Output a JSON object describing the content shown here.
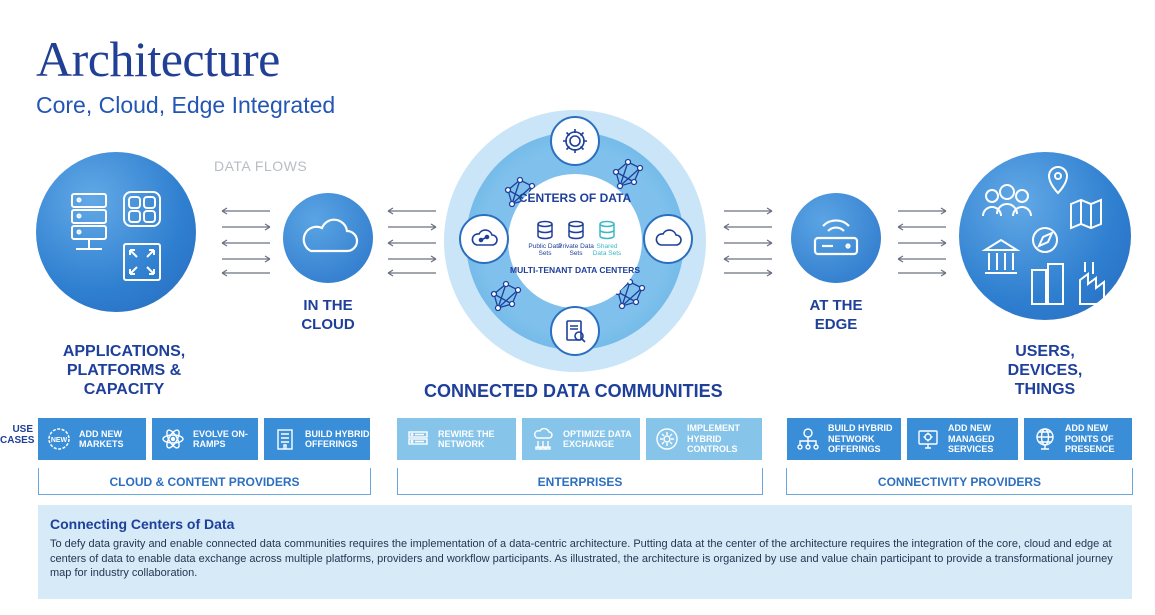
{
  "header": {
    "title": "Architecture",
    "subtitle": "Core, Cloud, Edge Integrated"
  },
  "data_flows_label": "DATA FLOWS",
  "nodes": {
    "left": "APPLICATIONS, PLATFORMS & CAPACITY",
    "cloud": "IN THE CLOUD",
    "edge": "AT THE EDGE",
    "right": "USERS, DEVICES, THINGS"
  },
  "hub": {
    "title": "CENTERS OF DATA",
    "subtitle": "MULTI-TENANT DATA CENTERS",
    "datasets": [
      "Public Data Sets",
      "Private Data Sets",
      "Shared Data Sets"
    ]
  },
  "section_title": "CONNECTED DATA COMMUNITIES",
  "use_cases_label": "USE CASES",
  "use_cases": [
    {
      "label": "ADD NEW MARKETS",
      "icon": "new-badge-icon",
      "group": "cloud"
    },
    {
      "label": "EVOLVE ON-RAMPS",
      "icon": "atom-icon",
      "group": "cloud"
    },
    {
      "label": "BUILD HYBRID OFFERINGS",
      "icon": "building-icon",
      "group": "cloud"
    },
    {
      "label": "REWIRE THE NETWORK",
      "icon": "server-icon",
      "group": "enterprise"
    },
    {
      "label": "OPTIMIZE DATA EXCHANGE",
      "icon": "cloud-exchange-icon",
      "group": "enterprise"
    },
    {
      "label": "IMPLEMENT HYBRID CONTROLS",
      "icon": "gear-icon",
      "group": "enterprise"
    },
    {
      "label": "BUILD HYBRID NETWORK OFFERINGS",
      "icon": "network-icon",
      "group": "connectivity"
    },
    {
      "label": "ADD NEW MANAGED SERVICES",
      "icon": "monitor-icon",
      "group": "connectivity"
    },
    {
      "label": "ADD NEW POINTS OF PRESENCE",
      "icon": "globe-icon",
      "group": "connectivity"
    }
  ],
  "groups": {
    "cloud": "CLOUD & CONTENT PROVIDERS",
    "enterprise": "ENTERPRISES",
    "connectivity": "CONNECTIVITY PROVIDERS"
  },
  "panel": {
    "title": "Connecting Centers of Data",
    "body": "To defy data gravity and enable connected data communities requires the implementation of a data-centric architecture. Putting data at the center of the architecture requires the integration of the core, cloud and edge at centers of data to enable data exchange across multiple platforms, providers and workflow participants. As illustrated, the architecture is organized by use and value chain participant to provide a transformational journey map for industry collaboration."
  },
  "colors": {
    "navy": "#1e3f9a",
    "blue": "#2f7fd0",
    "uc_dark": "#3a8ed8",
    "uc_light": "#86c4ea",
    "panel_bg": "#d6eaf8"
  }
}
